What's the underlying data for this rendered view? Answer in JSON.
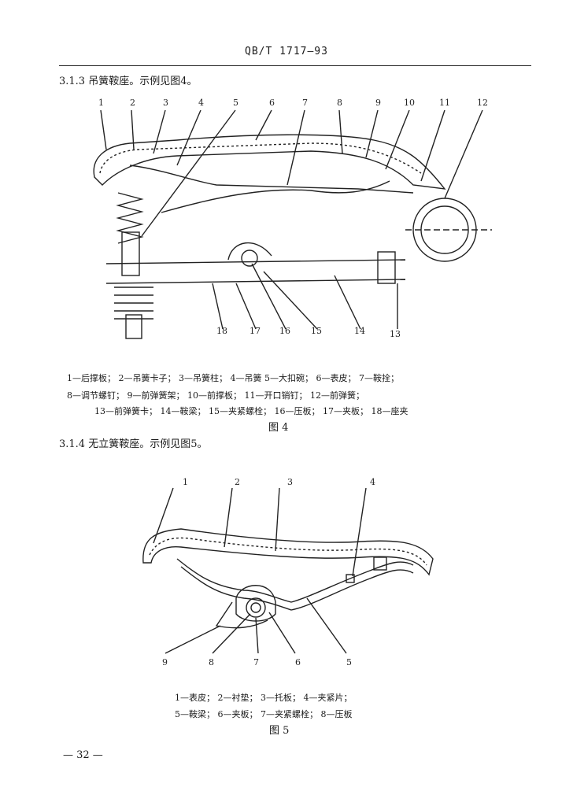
{
  "header": "QB/T 1717—93",
  "section_313": "3.1.3  吊簧鞍座。示例见图4。",
  "fig4": {
    "labels": [
      "1",
      "2",
      "3",
      "4",
      "5",
      "6",
      "7",
      "8",
      "9",
      "10",
      "11",
      "12",
      "13",
      "14",
      "15",
      "16",
      "17",
      "18"
    ],
    "legend": [
      "1—后撑板；  2—吊簧卡子；  3—吊簧柱；  4—吊簧  5—大扣碗；  6—表皮；  7—鞍拴；",
      "8—调节螺钉；  9—前弹簧架；  10—前撑板；  11—开口销钉；  12—前弹簧；",
      "13—前弹簧卡；  14—鞍梁；  15—夹紧螺栓；  16—压板；  17—夹板；  18—座夹"
    ],
    "caption": "图  4"
  },
  "section_314": "3.1.4  无立簧鞍座。示例见图5。",
  "fig5": {
    "labels": [
      "1",
      "2",
      "3",
      "4",
      "5",
      "6",
      "7",
      "8",
      "9"
    ],
    "legend": [
      "1—表皮；  2—衬垫；  3—托板；  4—夹紧片；",
      "5—鞍梁；  6—夹板；  7—夹紧螺栓；  8—压板"
    ],
    "caption": "图  5"
  },
  "page_number": "— 32 —"
}
